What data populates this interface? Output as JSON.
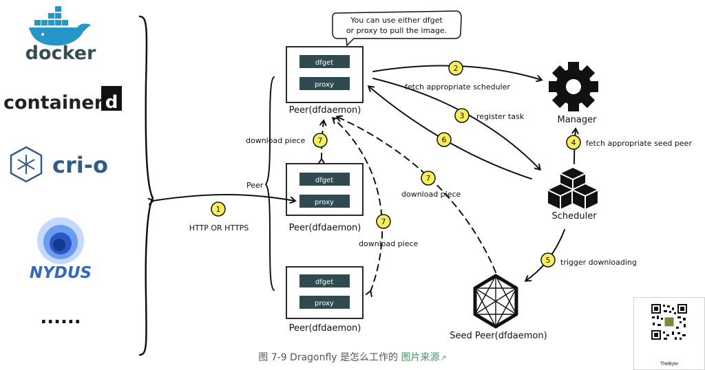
{
  "runtimes": {
    "docker": "docker",
    "containerd_main": "container",
    "containerd_d": "d",
    "crio": "cri-o",
    "nydus": "NYDUS",
    "more": "......"
  },
  "bubble": {
    "line1": "You can use either dfget",
    "line2": "or proxy to pull the image."
  },
  "peer": {
    "btn_dfget": "dfget",
    "btn_proxy": "proxy",
    "label": "Peer(dfdaemon)",
    "group_label": "Peer"
  },
  "manager_label": "Manager",
  "scheduler_label": "Scheduler",
  "seed_peer_label": "Seed Peer(dfdaemon)",
  "steps": {
    "s1": {
      "num": "1",
      "label": "HTTP OR HTTPS"
    },
    "s2": {
      "num": "2",
      "label": "fetch appropriate scheduler"
    },
    "s3": {
      "num": "3",
      "label": "register task"
    },
    "s4": {
      "num": "4",
      "label": "fetch appropriate seed peer"
    },
    "s5": {
      "num": "5",
      "label": "trigger downloading"
    },
    "s6": {
      "num": "6"
    },
    "s7": {
      "num": "7",
      "label": "download piece"
    }
  },
  "caption": {
    "text": "图 7-9 Dragonfly 是怎么工作的 ",
    "link": "图片来源",
    "ext_icon": "↗"
  },
  "watermark": "TheByte",
  "colors": {
    "badge_fill": "#f7ef5a",
    "box_dark": "#2f4a50",
    "docker_blue": "#2496c9",
    "crio_blue": "#2e5c8c",
    "nydus_blue": "#3565c7",
    "link_green": "#3b9b5c"
  }
}
